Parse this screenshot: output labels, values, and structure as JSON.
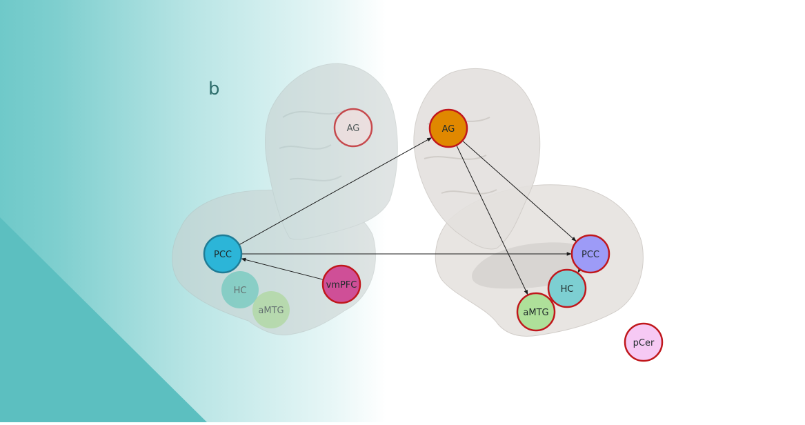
{
  "panel_label": "b",
  "colors": {
    "teal_dark": "#5fc1c2",
    "teal_light": "#8ed4d4",
    "node_border": "#c0171c",
    "pcc_left_border": "#1f7c96",
    "arrow": "#1a1a1a"
  },
  "nodes": [
    {
      "id": "ag-left",
      "label": "AG",
      "fill": "#f0dede",
      "opacity": 0.75
    },
    {
      "id": "pcc-left",
      "label": "PCC",
      "fill": "#2cb5d8",
      "opacity": 1
    },
    {
      "id": "hc-left",
      "label": "HC",
      "fill": "#5ec5b8",
      "opacity": 0.6
    },
    {
      "id": "amtg-left",
      "label": "aMTG",
      "fill": "#a8d790",
      "opacity": 0.6
    },
    {
      "id": "vmpfc-left",
      "label": "vmPFC",
      "fill": "#cf4f97",
      "opacity": 1
    },
    {
      "id": "ag-right",
      "label": "AG",
      "fill": "#e08800",
      "opacity": 1
    },
    {
      "id": "pcc-right",
      "label": "PCC",
      "fill": "#9d9bf7",
      "opacity": 1
    },
    {
      "id": "hc-right",
      "label": "HC",
      "fill": "#7dcfd2",
      "opacity": 1
    },
    {
      "id": "amtg-right",
      "label": "aMTG",
      "fill": "#aee09a",
      "opacity": 1
    },
    {
      "id": "pcer-right",
      "label": "pCer",
      "fill": "#f6c9f4",
      "opacity": 1
    }
  ],
  "edges": [
    {
      "from": "pcc-left",
      "to": "ag-right"
    },
    {
      "from": "pcc-left",
      "to": "pcc-right"
    },
    {
      "from": "vmpfc-left",
      "to": "pcc-left"
    },
    {
      "from": "ag-right",
      "to": "pcc-right"
    },
    {
      "from": "ag-right",
      "to": "amtg-right"
    },
    {
      "from": "pcc-right",
      "to": "hc-right"
    }
  ]
}
